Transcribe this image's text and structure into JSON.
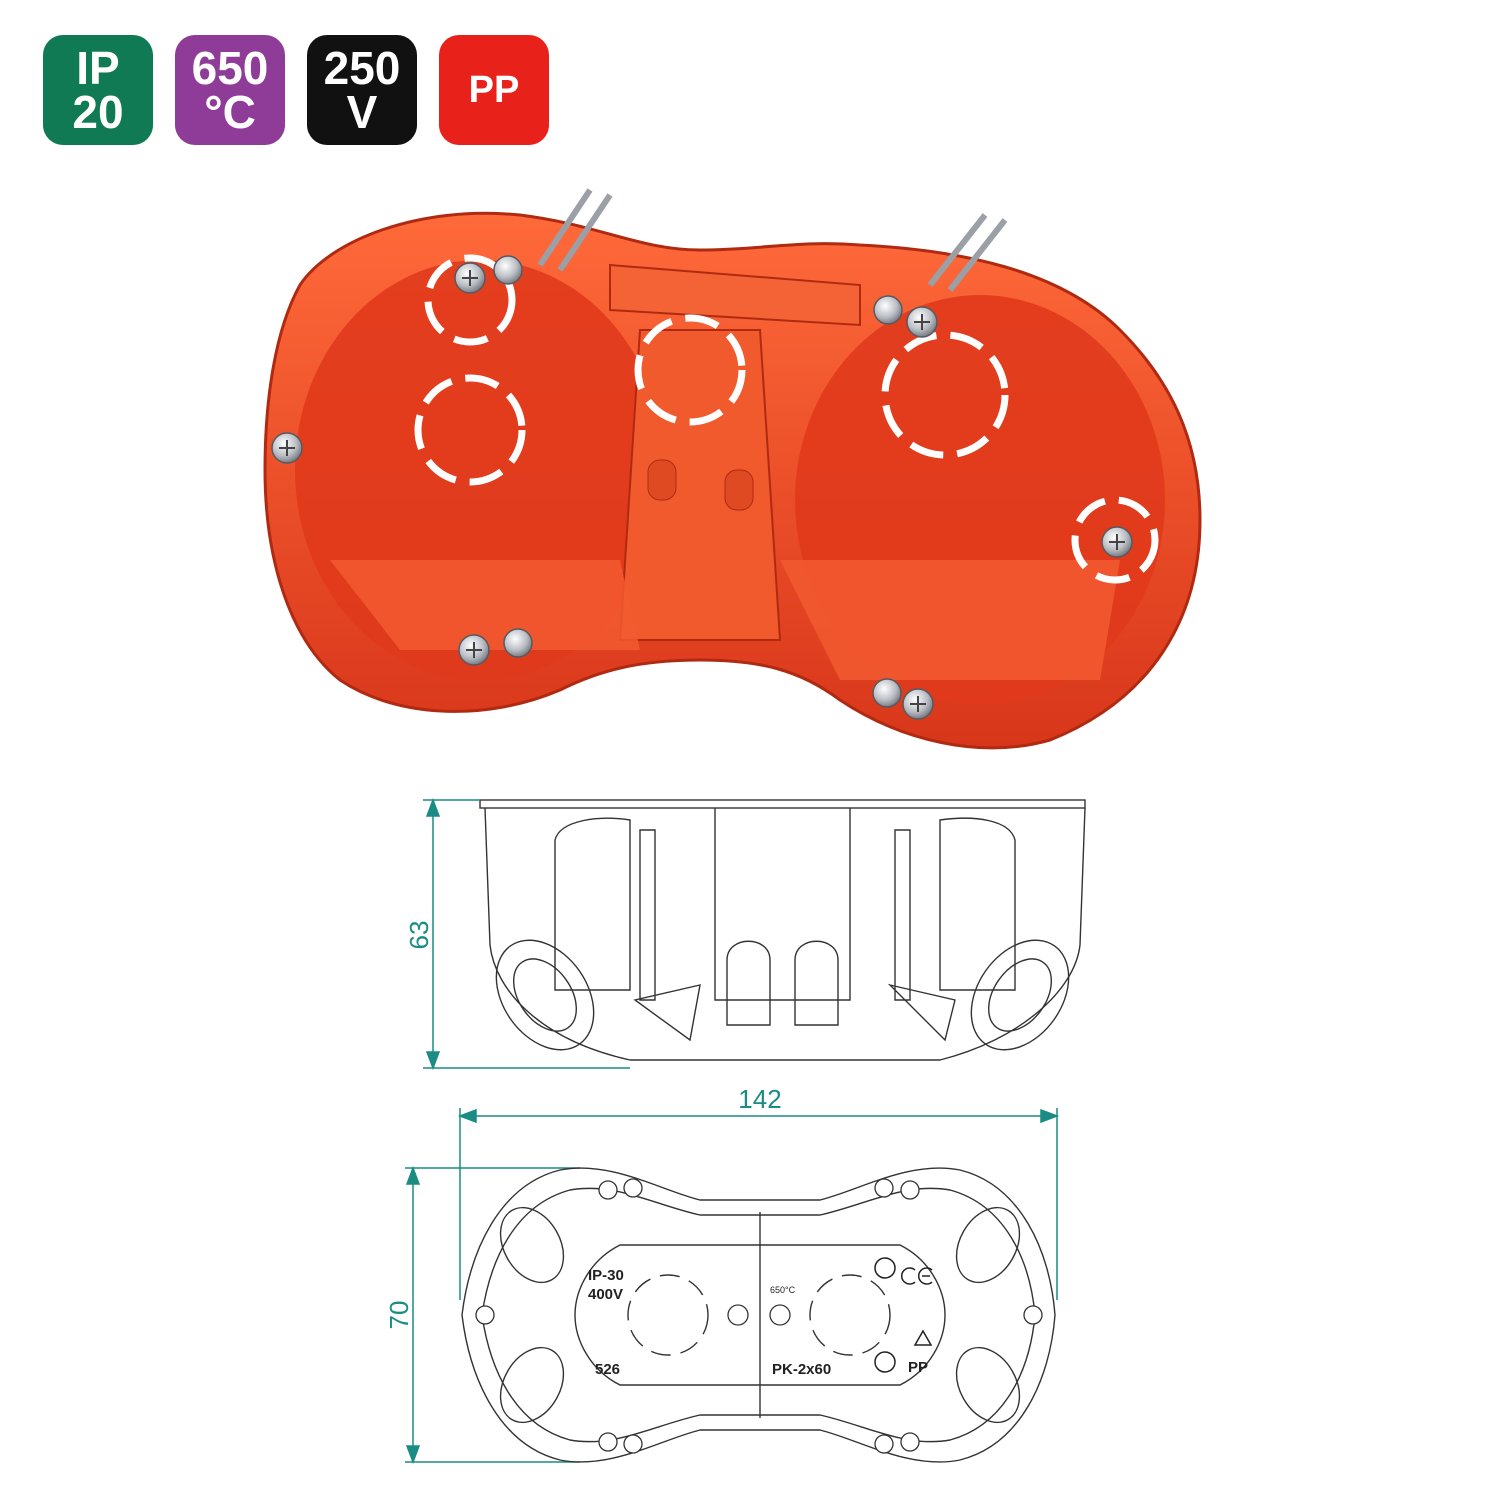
{
  "badges": [
    {
      "line1": "IP",
      "line2": "20",
      "color": "#0f7a54"
    },
    {
      "line1": "650",
      "line2": "°C",
      "color": "#8e3c98"
    },
    {
      "line1": "250",
      "line2": "V",
      "color": "#111111"
    },
    {
      "line1": "PP",
      "line2": "",
      "color": "#e8221b"
    }
  ],
  "dimensions": {
    "height": "63",
    "width": "142",
    "depth": "70"
  },
  "markings": {
    "ip": "IP-30",
    "voltage": "400V",
    "code": "526",
    "model": "PK-2x60",
    "temp": "650°C",
    "material": "PP"
  },
  "colors": {
    "product": "#f2461f",
    "dimension": "#1a8c84"
  }
}
